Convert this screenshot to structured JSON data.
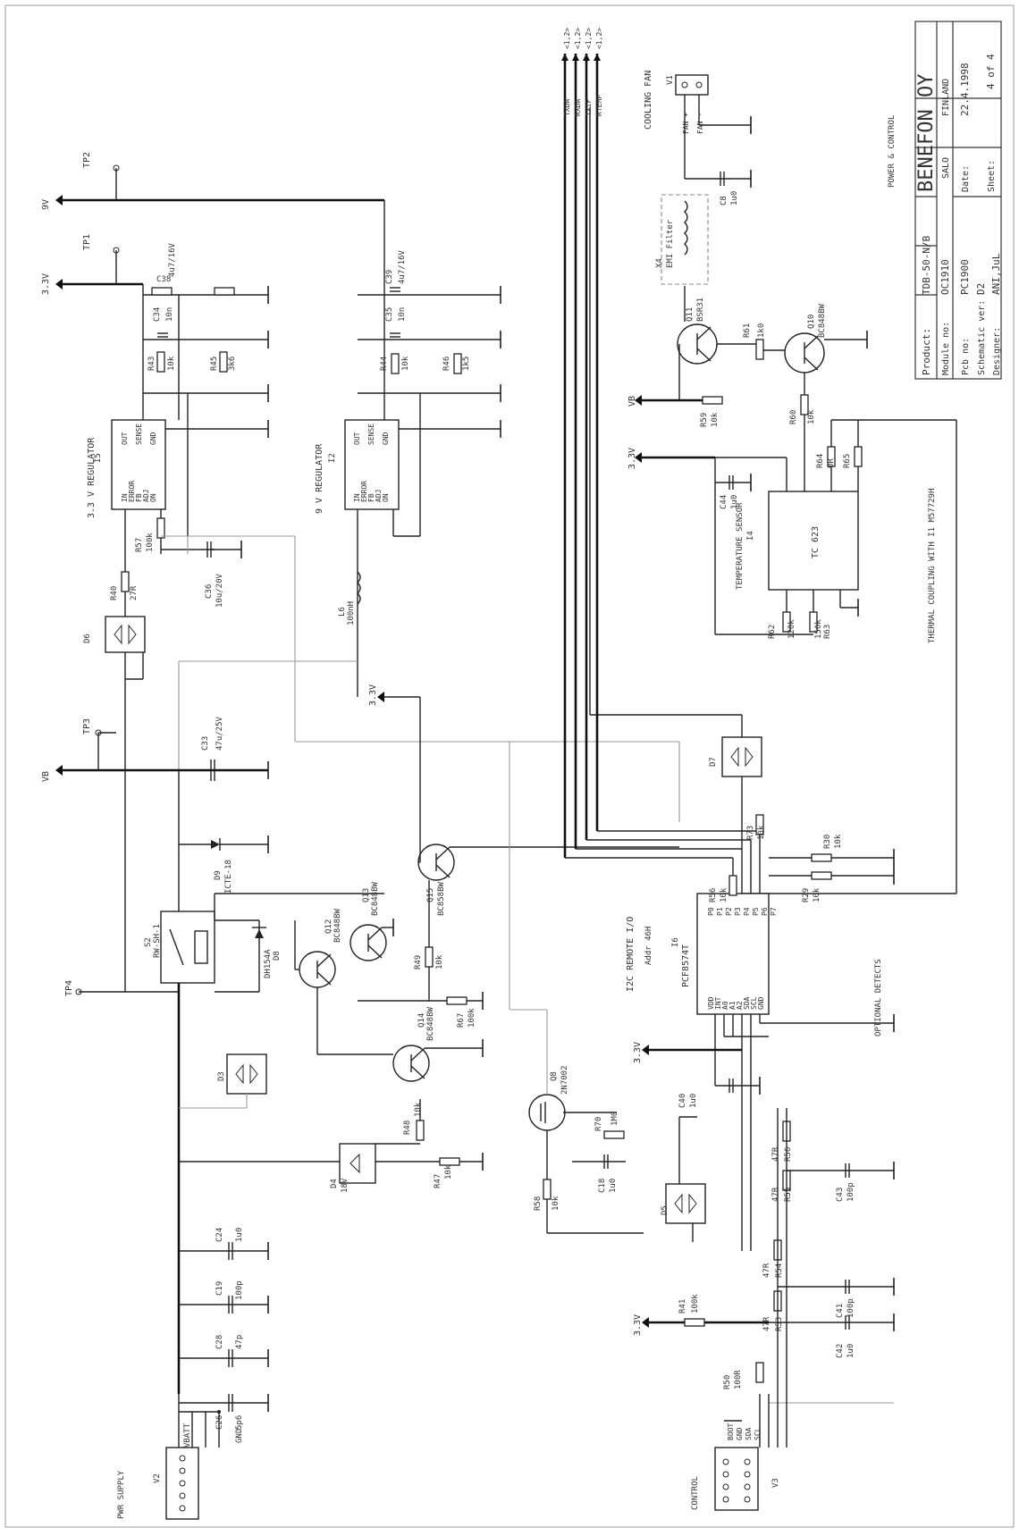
{
  "title_block": {
    "product_label": "Product:",
    "product_value": "TDB-50-N/B",
    "module_label": "Module no:",
    "module_value": "OC1910",
    "pcb_label": "Pcb no:",
    "pcb_value": "PC1900",
    "schem_label": "Schematic ver:",
    "schem_value": "D2",
    "designer_label": "Designer:",
    "designer_value": "ANI,JuL",
    "company": "BENEFON OY",
    "city": "SALO",
    "country": "FINLAND",
    "date_label": "Date:",
    "date_value": "22.4.1998",
    "sheet_label": "Sheet:",
    "sheet_value": "4 of 4",
    "sheet_title": "POWER & CONTROL"
  },
  "sections": {
    "pwr_supply": "PWR SUPPLY",
    "control": "CONTROL",
    "cooling_fan": "COOLING FAN",
    "reg33": "3.3 V REGULATOR",
    "reg9": "9 V REGULATOR",
    "temp_sensor": "TEMPERATURE SENSOR",
    "thermal_note": "THERMAL COUPLING WITH I1 M57729H",
    "i2c_remote": "I2C REMOTE I/O",
    "i2c_addr": "Addr 46H",
    "optional": "OPTIONAL DETECTS"
  },
  "rails": {
    "v9": "9V",
    "v33": "3.3V",
    "vb": "VB",
    "vbatt": "VBATT",
    "gnd": "GND"
  },
  "test_points": [
    "TP1",
    "TP2",
    "TP3",
    "TP4"
  ],
  "bus_signals": [
    "TXDA",
    "RXDA",
    "TXIF",
    "RTEMP"
  ],
  "bus_refs": [
    "<1,2>",
    "<1,2>",
    "<1,2>",
    "<1,2>"
  ],
  "connectors": {
    "v1": "V1",
    "v1_pins": [
      "FAN +",
      "FAN -"
    ],
    "v2": "V2",
    "v3": "V3",
    "v3_pins": [
      "BOOT",
      "GND",
      "SDA",
      "SCL"
    ]
  },
  "parts": {
    "i5": "I5",
    "i2": "I2",
    "i4": "I4",
    "i6": "I6",
    "pcf": "PCF8574T",
    "tc623": "TC 623",
    "reg_pins_left": [
      "IN",
      "ERROR",
      "FB",
      "ADJ",
      "ON"
    ],
    "reg_pins_right": [
      "OUT",
      "SENSE",
      "GND"
    ],
    "pcf_pins_p": [
      "P0",
      "P1",
      "P2",
      "P3",
      "P4",
      "P5",
      "P6",
      "P7"
    ],
    "pcf_pins_ctrl": [
      "VDD",
      "INT",
      "A0",
      "A1",
      "A2",
      "SDA",
      "SCL",
      "GND"
    ],
    "s2": "S2",
    "s2_type": "RW-SH-1",
    "d3": "D3",
    "d4": "D4",
    "d4_val": "18V",
    "d5": "D5",
    "d6": "D6",
    "d7": "D7",
    "d8": "D8",
    "d8_val": "DH154A",
    "d9": "D9",
    "d9_val": "ICTE-18",
    "q8": "Q8",
    "q8_type": "2N7002",
    "q10": "Q10",
    "q10_type": "BC848BW",
    "q11": "Q11",
    "q11_type": "BSR31",
    "q12": "Q12",
    "q12_type": "BC848BW",
    "q13": "Q13",
    "q13_type": "BC848BW",
    "q14": "Q14",
    "q14_type": "BC848BW",
    "q15": "Q15",
    "q15_type": "BC858BW",
    "x4": "X4",
    "x4_type": "EMI Filter",
    "l6": "L6",
    "l6_val": "100nH",
    "r43": "R43",
    "r43v": "10k",
    "r45": "R45",
    "r45v": "3k6",
    "r44": "R44",
    "r44v": "10k",
    "r46": "R46",
    "r46v": "1k5",
    "r57": "R57",
    "r57v": "100k",
    "r40": "R40",
    "r40v": "27R",
    "r59": "R59",
    "r59v": "10k",
    "r61": "R61",
    "r61v": "1k0",
    "r60": "R60",
    "r60v": "10k",
    "r64": "R64",
    "r64v": "0R",
    "r65": "R65",
    "r62": "R62",
    "r62v": "120k",
    "r63": "R63",
    "r63v": "150k",
    "r73": "R73",
    "r73v": "10k",
    "r30": "R30",
    "r30v": "10k",
    "r29": "R29",
    "r29v": "10k",
    "r56a": "R56",
    "r56av": "10k",
    "r49": "R49",
    "r49v": "10k",
    "r67": "R67",
    "r67v": "100k",
    "r48": "R48",
    "r48v": "10k",
    "r47": "R47",
    "r47v": "10k",
    "r70": "R70",
    "r70v": "1M0",
    "r58": "R58",
    "r58v": "10k",
    "r41": "R41",
    "r41v": "100k",
    "r50": "R50",
    "r50v": "100R",
    "r56b": "R56",
    "r56bv": "47R",
    "r55": "R55",
    "r55v": "47R",
    "r54": "R54",
    "r54v": "47R",
    "r53": "R53",
    "r53v": "47R",
    "c38": "C38",
    "c38v": "4u7/16V",
    "c34": "C34",
    "c34v": "10n",
    "c39": "C39",
    "c39v": "4u7/16V",
    "c35": "C35",
    "c35v": "10n",
    "c36": "C36",
    "c36v": "10u/20V",
    "c33": "C33",
    "c33v": "47u/25V",
    "c8": "C8",
    "c8v": "1u0",
    "c44": "C44",
    "c44v": "1u0",
    "c40": "C40",
    "c40v": "1u0",
    "c18": "C18",
    "c18v": "1u0",
    "c43": "C43",
    "c43v": "100p",
    "c41": "C41",
    "c41v": "100p",
    "c42": "C42",
    "c42v": "1u0",
    "c24": "C24",
    "c24v": "1u0",
    "c19": "C19",
    "c19v": "100p",
    "c28": "C28",
    "c28v": "47p",
    "c26": "C26",
    "c26v": "5p6"
  }
}
